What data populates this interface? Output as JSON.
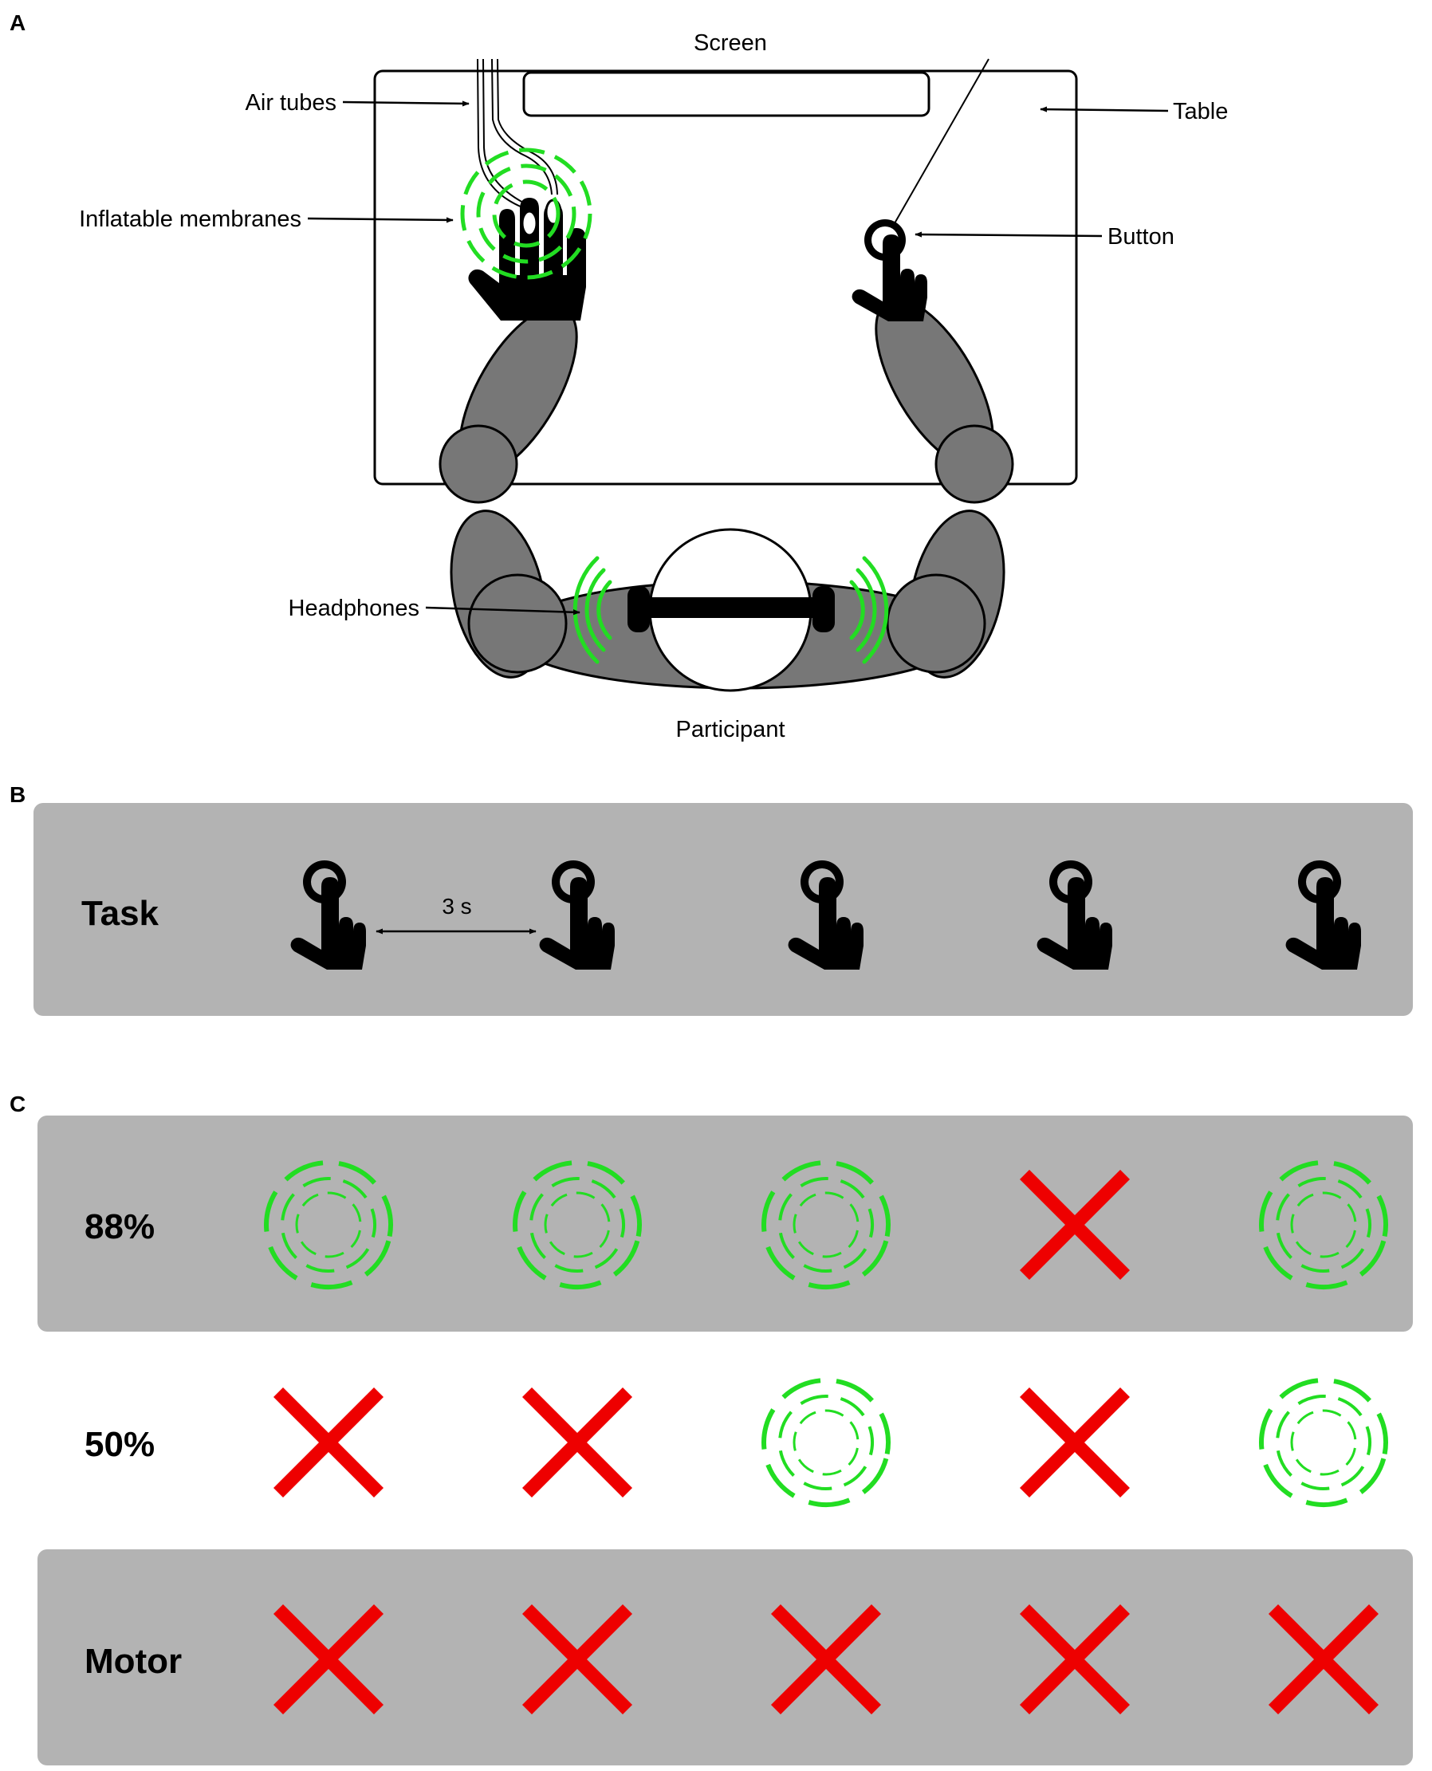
{
  "panels": {
    "a": {
      "letter": "A"
    },
    "b": {
      "letter": "B"
    },
    "c": {
      "letter": "C"
    }
  },
  "setup": {
    "screen_label": "Screen",
    "air_tubes_label": "Air tubes",
    "table_label": "Table",
    "membranes_label": "Inflatable membranes",
    "button_label": "Button",
    "headphones_label": "Headphones",
    "participant_label": "Participant"
  },
  "task": {
    "row_label": "Task",
    "interval_label": "3 s",
    "trials": 5
  },
  "conditions": [
    {
      "label": "88%",
      "trials": [
        "stim",
        "stim",
        "stim",
        "none",
        "stim"
      ]
    },
    {
      "label": "50%",
      "trials": [
        "none",
        "none",
        "stim",
        "none",
        "stim"
      ]
    },
    {
      "label": "Motor",
      "trials": [
        "none",
        "none",
        "none",
        "none",
        "none"
      ]
    }
  ],
  "colors": {
    "stimulus_green": "#22dd22",
    "absent_red": "#ee0000",
    "panel_gray": "#b3b3b3",
    "limb_gray": "#777777"
  },
  "icons": {
    "stimulus": "vibration-rings-icon",
    "absent": "red-x-icon",
    "press": "finger-press-icon"
  }
}
